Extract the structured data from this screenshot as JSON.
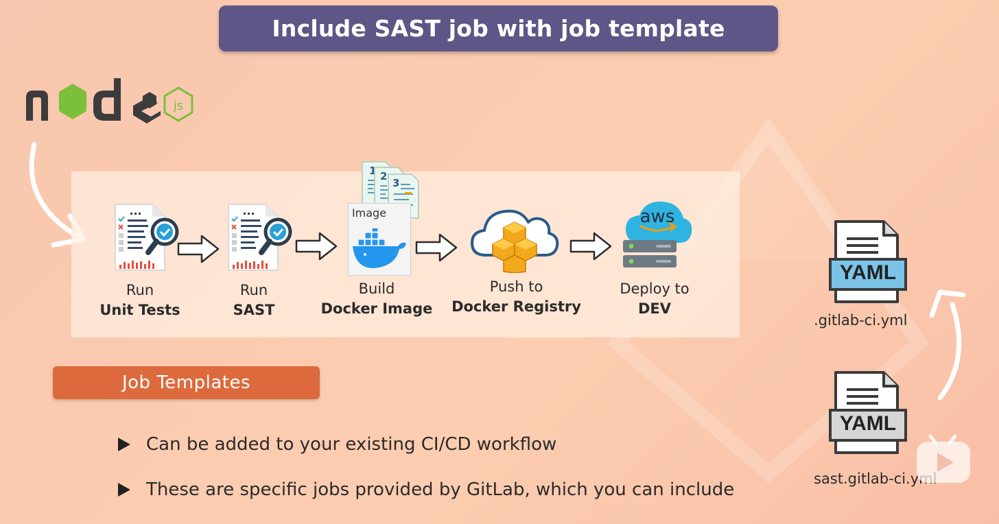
{
  "title": "Include SAST job with job template",
  "logo": {
    "name": "node",
    "badge": "js",
    "icon": "nodejs-logo"
  },
  "pipeline": [
    {
      "line1": "Run",
      "line2": "Unit Tests",
      "icon": "test-report-icon"
    },
    {
      "line1": "Run",
      "line2": "SAST",
      "icon": "test-report-icon"
    },
    {
      "line1": "Build",
      "line2": "Docker Image",
      "icon": "docker-image-icon",
      "image_caption": "Image",
      "layers": [
        "1",
        "2",
        "3"
      ]
    },
    {
      "line1": "Push to",
      "line2": "Docker Registry",
      "icon": "cloud-boxes-icon"
    },
    {
      "line1": "Deploy to",
      "line2": "DEV",
      "icon": "aws-server-icon",
      "brand": "aws"
    }
  ],
  "job_templates_label": "Job Templates",
  "bullets": [
    "Can be added to your existing CI/CD workflow",
    "These are specific jobs provided by GitLab, which you can include"
  ],
  "files": [
    {
      "badge": "YAML",
      "name": ".gitlab-ci.yml",
      "accent": "#7cc3e8"
    },
    {
      "badge": "YAML",
      "name": "sast.gitlab-ci.yml",
      "accent": "#d6d6d6"
    }
  ],
  "colors": {
    "banner": "#5e5686",
    "job_templates": "#dd6a3c",
    "node_green": "#7bbf3a",
    "node_dark": "#3c3c3c"
  }
}
